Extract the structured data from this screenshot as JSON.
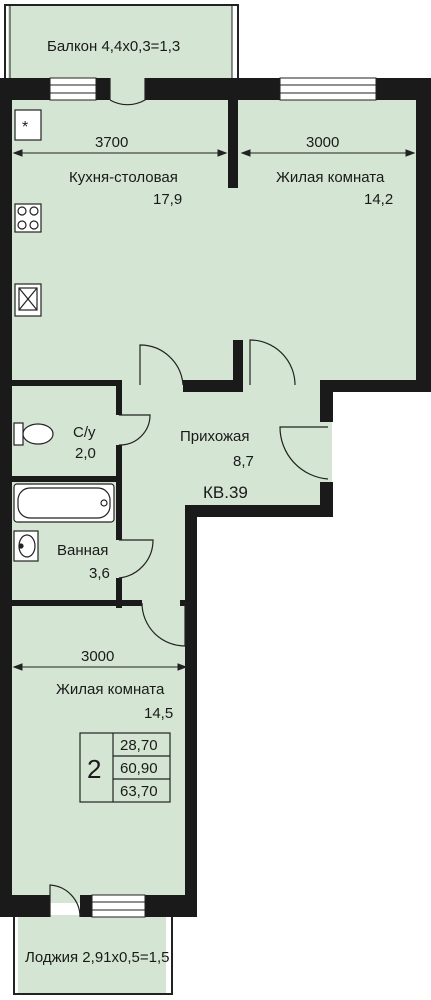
{
  "apartment": {
    "number_label": "КВ.39",
    "rooms_count": "2",
    "area_living": "28,70",
    "area_total": "60,90",
    "area_with_balconies": "63,70"
  },
  "rooms": {
    "balcony": {
      "label": "Балкон  4,4х0,3=1,3"
    },
    "kitchen": {
      "name": "Кухня-столовая",
      "area": "17,9",
      "width": "3700"
    },
    "living1": {
      "name": "Жилая комната",
      "area": "14,2",
      "width": "3000"
    },
    "wc": {
      "name": "С/у",
      "area": "2,0"
    },
    "hall": {
      "name": "Прихожая",
      "area": "8,7"
    },
    "bath": {
      "name": "Ванная",
      "area": "3,6"
    },
    "living2": {
      "name": "Жилая комната",
      "area": "14,5",
      "width": "3000"
    },
    "loggia": {
      "label": "Лоджия 2,91х0,5=1,5"
    }
  },
  "colors": {
    "room_fill": "#d5e5d3",
    "wall": "#1a1a1a",
    "line": "#222222"
  }
}
